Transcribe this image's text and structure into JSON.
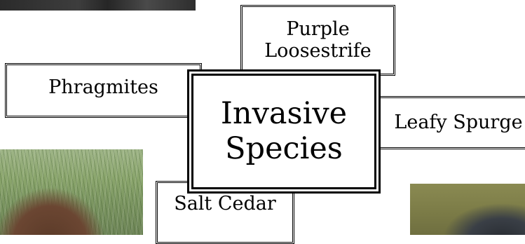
{
  "diagram": {
    "center": {
      "label_line1": "Invasive",
      "label_line2": "Species"
    },
    "nodes": {
      "purple_loosestrife": {
        "line1": "Purple",
        "line2": "Loosestrife"
      },
      "phragmites": {
        "label": "Phragmites"
      },
      "leafy_spurge": {
        "label": "Leafy Spurge"
      },
      "salt_cedar": {
        "label": "Salt Cedar"
      }
    }
  }
}
